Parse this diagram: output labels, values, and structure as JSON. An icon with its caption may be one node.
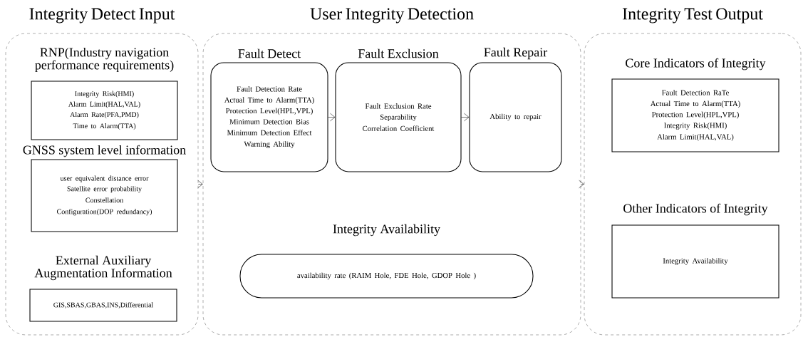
{
  "diagram": {
    "nodes": [
      {
        "text": [
          "Integrity Detect Input"
        ]
      },
      {
        "text": [
          "RNP(Industry navigation performance requirements)",
          "Integrity Risk(HMI)",
          "Alarm Limit(HAL,VAL)",
          "Alarm Rate(PFA,PMD)",
          "Time to Alarm(TTA)"
        ],
        "in": 0
      },
      {
        "text": [
          "GNSS system level information",
          "user equivalent distance error",
          "Satellite error probability",
          "Constellation Configuration(DOP redundancy)"
        ],
        "in": 0
      },
      {
        "text": [
          "External Auxiliary Augmentation Information",
          "GIS,SBAS,GBAS,INS,Differential"
        ],
        "in": 0
      },
      {
        "text": [
          "User Integrity Detection"
        ]
      },
      {
        "text": [
          "Fault Detect",
          "Fault Detection Rate",
          "Actual Time to Alarm(TTA)",
          "Protection Level(HPL,VPL)",
          "Minimum Detection Bias",
          "Minimum Detection Effect",
          "Warning Ability"
        ],
        "in": 4
      },
      {
        "text": [
          "Fault Exclusion",
          "Fault Exclusion Rate",
          "Separability",
          "Correlation Coefficient"
        ],
        "in": 4
      },
      {
        "text": [
          "Fault Repair",
          "Ability to repair"
        ],
        "in": 4
      },
      {
        "text": [
          "Integrity Availability",
          "availability rate (RAIM Hole, FDE Hole, GDOP Hole )"
        ],
        "in": 4
      },
      {
        "text": [
          "Integrity Test Output"
        ]
      },
      {
        "text": [
          "Core Indicators of Integrity",
          "Fault Detection RaTe",
          "Actual Time to Alarm(TTA)",
          "Protection Level(HPL,VPL)",
          "Integrity Risk(HMI)",
          "Alarm Limit(HAL,VAL)"
        ],
        "in": 9
      },
      {
        "text": [
          "Other Indicators of Integrity",
          "Integrity Availability"
        ],
        "in": 9
      }
    ],
    "edges": [
      {
        "from": 0,
        "to": 4,
        "arrow": "to"
      },
      {
        "from": 4,
        "to": 9,
        "arrow": "to"
      },
      {
        "from": 5,
        "to": 6,
        "arrow": "to"
      },
      {
        "from": 6,
        "to": 7,
        "arrow": "to"
      }
    ]
  }
}
